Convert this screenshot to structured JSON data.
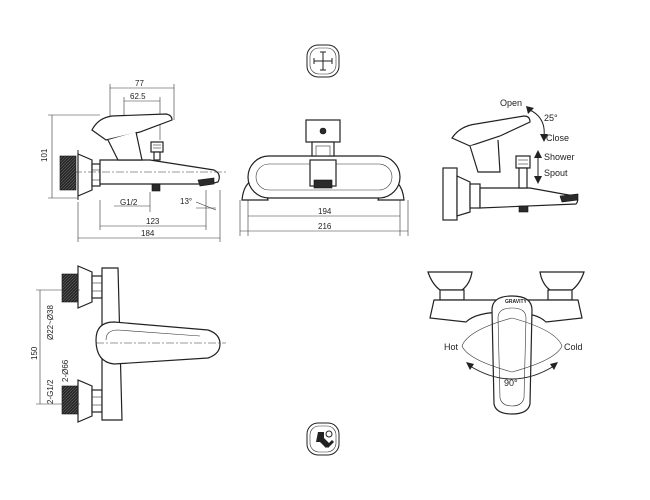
{
  "dimensions": {
    "d77": "77",
    "d62_5": "62.5",
    "d101": "101",
    "g12": "G1/2",
    "d13deg": "13°",
    "d123": "123",
    "d184": "184",
    "d194": "194",
    "d216": "216",
    "d150": "150",
    "dia22_38": "Ø22~Ø38",
    "g2_66": "2-Ø66",
    "g2_12": "2-G1/2"
  },
  "annotations": {
    "open": "Open",
    "angle25": "25°",
    "close": "Close",
    "shower": "Shower",
    "spout": "Spout",
    "hot": "Hot",
    "cold": "Cold",
    "angle90": "90°",
    "brand": "GRAVITY"
  },
  "icons": [
    "cross-handle-icon",
    "wrench-icon"
  ],
  "colors": {
    "line": "#222222",
    "fill_dark": "#2b2b2b",
    "background": "#ffffff"
  }
}
